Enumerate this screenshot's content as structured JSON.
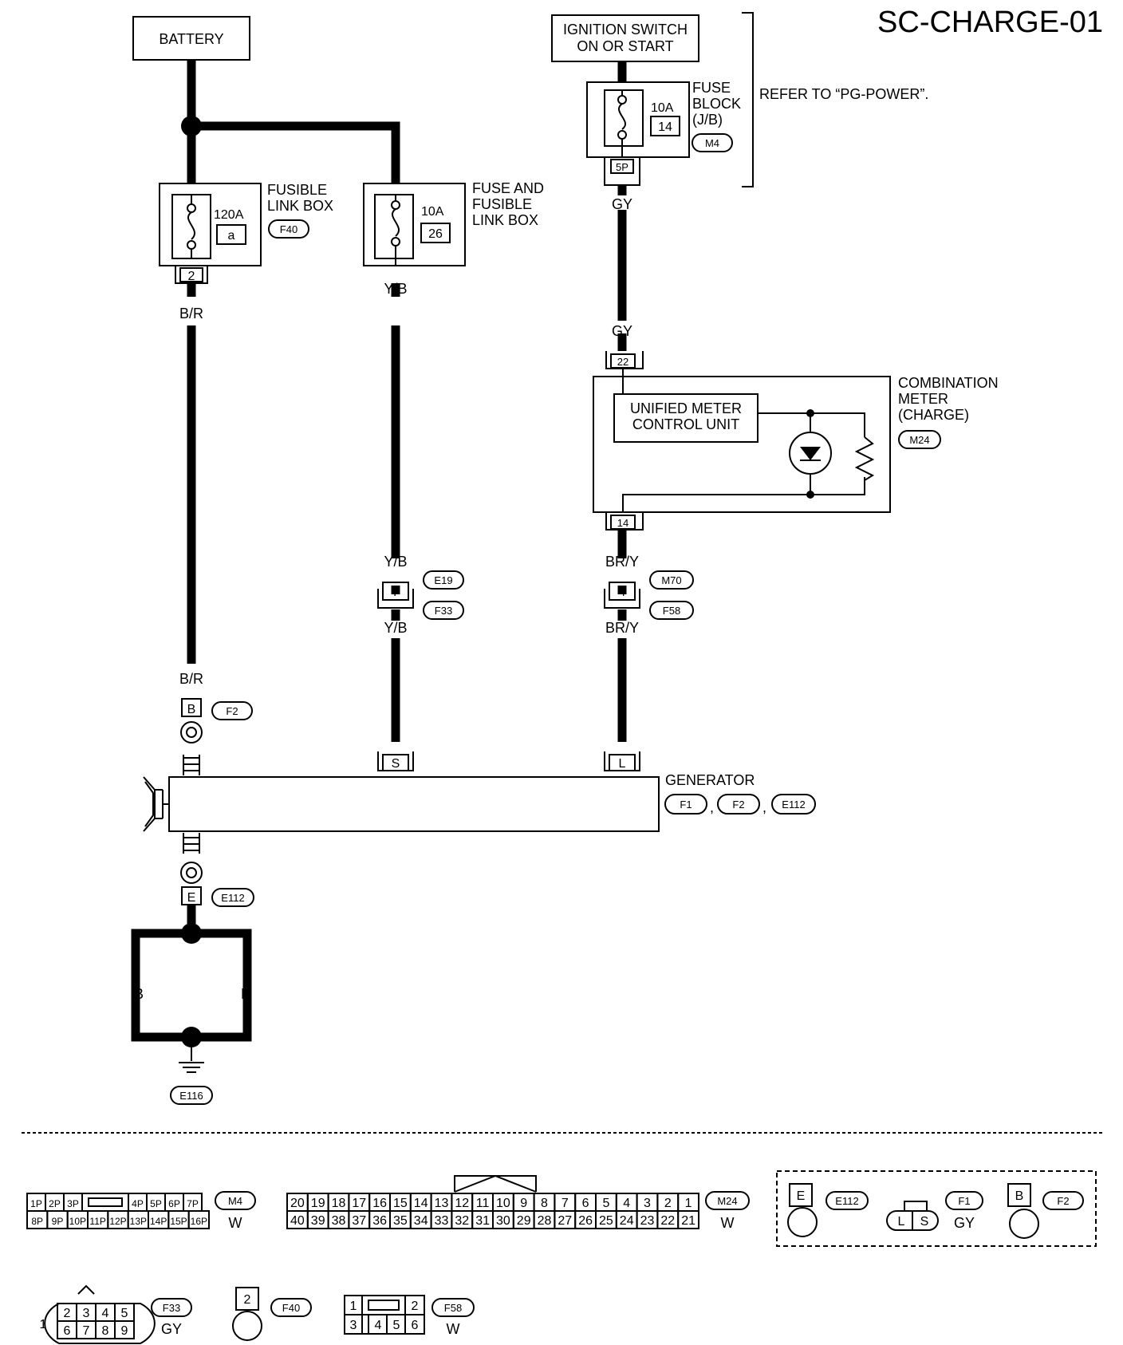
{
  "diagram": {
    "title": "SC-CHARGE-01",
    "battery": "BATTERY",
    "ignition": {
      "line1": "IGNITION SWITCH",
      "line2": "ON OR START"
    },
    "fuse_block": {
      "line1": "FUSE",
      "line2": "BLOCK",
      "line3": "(J/B)",
      "rating": "10A",
      "number": "14",
      "connector": "M4",
      "terminal": "5P",
      "refer": "REFER TO “PG-POWER”."
    },
    "fusible_link": {
      "line1": "FUSIBLE",
      "line2": "LINK BOX",
      "rating": "120A",
      "letter": "a",
      "connector": "F40",
      "terminal": "2"
    },
    "fuse_and_fusible": {
      "line1": "FUSE AND",
      "line2": "FUSIBLE",
      "line3": "LINK BOX",
      "rating": "10A",
      "number": "26"
    },
    "combination_meter": {
      "line1": "COMBINATION",
      "line2": "METER",
      "line3": "(CHARGE)",
      "connector": "M24",
      "unit_line1": "UNIFIED METER",
      "unit_line2": "CONTROL UNIT",
      "terminal_top": "22",
      "terminal_bottom": "14"
    },
    "wire_colors": {
      "br": "B/R",
      "yb": "Y/B",
      "gy": "GY",
      "bry": "BR/Y",
      "b": "B"
    },
    "joint1": {
      "terminal": "7",
      "conn_a": "E19",
      "conn_b": "F33"
    },
    "joint2": {
      "terminal": "4",
      "conn_a": "M70",
      "conn_b": "F58"
    },
    "generator": {
      "label": "GENERATOR",
      "conn1": "F1",
      "conn2": "F2",
      "conn3": "E112",
      "comma": ",",
      "term_b": "B",
      "term_b_conn": "F2",
      "term_s": "S",
      "term_l": "L",
      "term_e": "E",
      "term_e_conn": "E112"
    },
    "ground": {
      "connector": "E116"
    }
  },
  "connector_views": {
    "m4": {
      "name": "M4",
      "color": "W",
      "top": [
        "1P",
        "2P",
        "3P",
        "4P",
        "5P",
        "6P",
        "7P"
      ],
      "bottom": [
        "8P",
        "9P",
        "10P",
        "11P",
        "12P",
        "13P",
        "14P",
        "15P",
        "16P"
      ]
    },
    "m24": {
      "name": "M24",
      "color": "W",
      "top": [
        "20",
        "19",
        "18",
        "17",
        "16",
        "15",
        "14",
        "13",
        "12",
        "11",
        "10",
        "9",
        "8",
        "7",
        "6",
        "5",
        "4",
        "3",
        "2",
        "1"
      ],
      "bottom": [
        "40",
        "39",
        "38",
        "37",
        "36",
        "35",
        "34",
        "33",
        "32",
        "31",
        "30",
        "29",
        "28",
        "27",
        "26",
        "25",
        "24",
        "23",
        "22",
        "21"
      ]
    },
    "e112": {
      "name": "E112",
      "pin": "E"
    },
    "f1": {
      "name": "F1",
      "color": "GY",
      "pins": [
        "L",
        "S"
      ]
    },
    "f2": {
      "name": "F2",
      "pin": "B"
    },
    "f33": {
      "name": "F33",
      "color": "GY",
      "pins": [
        "1",
        "2",
        "3",
        "4",
        "5",
        "6",
        "7",
        "8",
        "9"
      ]
    },
    "f40": {
      "name": "F40",
      "pin": "2"
    },
    "f58": {
      "name": "F58",
      "color": "W",
      "pins": [
        "1",
        "2",
        "3",
        "4",
        "5",
        "6"
      ]
    }
  }
}
